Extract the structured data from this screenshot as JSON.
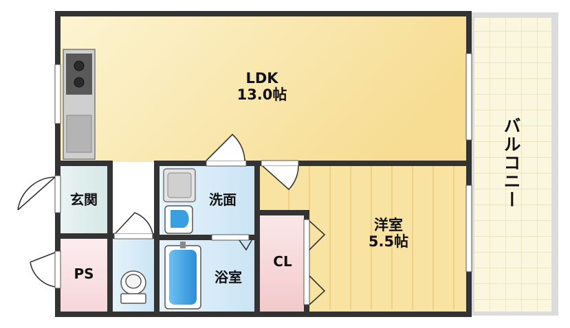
{
  "rooms": {
    "ldk": {
      "name": "LDK",
      "size": "13.0帖"
    },
    "western_room": {
      "name": "洋室",
      "size": "5.5帖"
    },
    "entrance": {
      "name": "玄関"
    },
    "washroom": {
      "name": "洗面"
    },
    "bathroom": {
      "name": "浴室"
    },
    "closet": {
      "name": "CL"
    },
    "pipe_space": {
      "name": "PS"
    },
    "balcony": {
      "name": "バルコニー"
    }
  },
  "colors": {
    "wall": "#333333",
    "ldk_floor_light": "#fbf0c4",
    "ldk_floor_warm": "#f7dc8f",
    "western_floor": "#f9e3a2",
    "entrance_floor": "#e3efee",
    "wet_area_floor": "#d9ecf7",
    "closet_floor": "#f8dadb",
    "ps_floor": "#f9e3e6",
    "balcony_floor": "#fbf6de",
    "balcony_grid": "#e5dcb9",
    "fixture_blue": "#3a9fe0"
  }
}
